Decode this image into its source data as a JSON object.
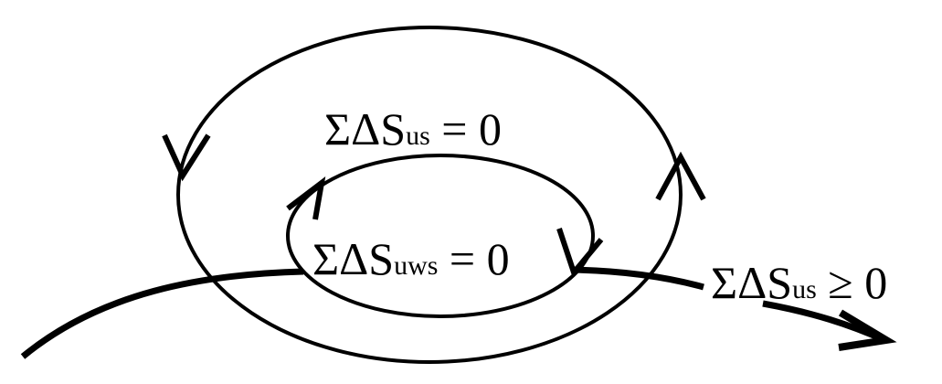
{
  "labels": {
    "outer_cycle": {
      "main": "ΣΔS",
      "sub": "us",
      "rel": " = 0"
    },
    "inner_cycle": {
      "main": "ΣΔS",
      "sub": "uws",
      "rel": " = 0"
    },
    "irreversible": {
      "main": "ΣΔS",
      "sub": "us",
      "rel": " ≥ 0"
    }
  },
  "colors": {
    "stroke": "#000000",
    "background": "#ffffff"
  }
}
